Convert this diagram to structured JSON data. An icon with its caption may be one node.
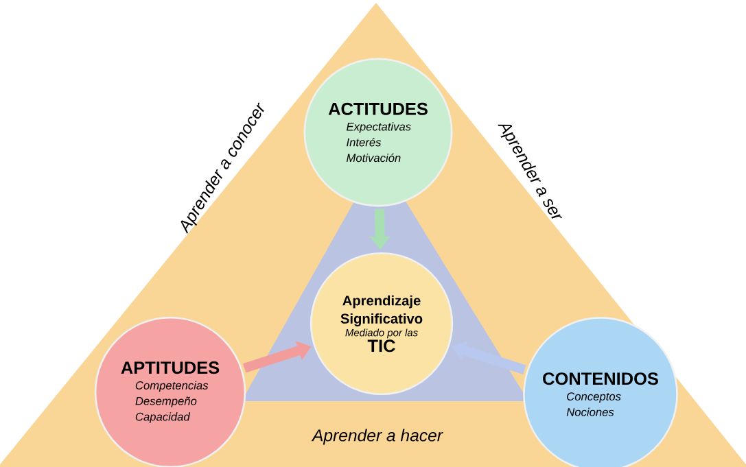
{
  "diagram": {
    "nodes": [
      {
        "text": [
          "ACTITUDES",
          "Expectativas",
          "Interés",
          "Motivación"
        ]
      },
      {
        "text": [
          "Aprendizaje Significativo",
          "Mediado por las",
          "TIC"
        ]
      },
      {
        "text": [
          "APTITUDES",
          "Competencias",
          "Desempeño",
          "Capacidad"
        ]
      },
      {
        "text": [
          "CONTENIDOS",
          "Conceptos",
          "Nociones"
        ]
      }
    ],
    "edges": [
      {
        "from": 0,
        "to": 1,
        "arrow": "to",
        "color": "#a8e0b4"
      },
      {
        "from": 2,
        "to": 1,
        "arrow": "to",
        "color": "#f29c9c"
      },
      {
        "from": 3,
        "to": 1,
        "arrow": "to",
        "color": "#b8c8ee"
      }
    ],
    "labels": [
      "Aprender a conocer",
      "Aprender a ser",
      "Aprender a hacer"
    ]
  }
}
